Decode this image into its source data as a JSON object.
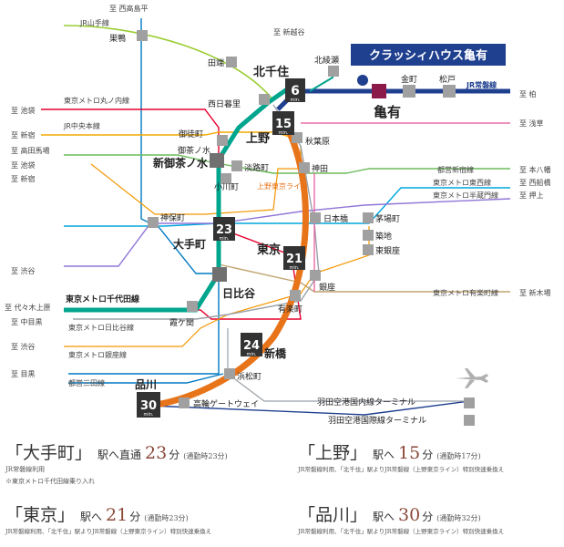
{
  "property": {
    "name": "クラッシィハウス亀有"
  },
  "colors": {
    "joban": "#1f3f8f",
    "ueno_tokyo": "#e8741a",
    "yamanote": "#9acd32",
    "chiyoda": "#00a58e",
    "marunouchi": "#e6002d",
    "hibiya": "#9aa1a8",
    "chuo": "#f4a900",
    "hanzomon": "#8f76d6",
    "ginza": "#f39700",
    "tozai": "#00a7db",
    "yurakucho": "#c1a470",
    "mita": "#0079c2",
    "shinjuku": "#6cbb5a",
    "asakusa": "#e85298",
    "sobu": "#ffd400"
  },
  "stations": {
    "kameari": "亀有",
    "kanamachi": "金町",
    "matsudo": "松戸",
    "kitasenju": "北千住",
    "kitaayase": "北綾瀬",
    "nishinippori": "西日暮里",
    "tabata": "田端",
    "sugamo": "巣鴨",
    "ueno": "上野",
    "okachimachi": "御徒町",
    "akihabara": "秋葉原",
    "kanda": "神田",
    "shinochanomizu": "新御茶ノ水",
    "ochanomizu": "御茶ノ水",
    "awajicho": "淡路町",
    "ogawamachi": "小川町",
    "jimbocho": "神保町",
    "otemachi": "大手町",
    "nihombashi": "日本橋",
    "kayabacho": "茅場町",
    "tsukiji": "築地",
    "higashiginza": "東銀座",
    "tokyo": "東京",
    "hibiya": "日比谷",
    "kasumigaseki": "霞ケ関",
    "ginza": "銀座",
    "yurakucho": "有楽町",
    "shimbashi": "新橋",
    "hamamatsucho": "浜松町",
    "shinagawa": "品川",
    "takanawagateway": "高輪ゲートウェイ",
    "haneda_dom": "羽田空港国内線ターミナル",
    "haneda_intl": "羽田空港国際線ターミナル"
  },
  "times": {
    "kitasenju": {
      "num": "6",
      "unit": "min."
    },
    "ueno": {
      "num": "15",
      "unit": "min."
    },
    "otemachi": {
      "num": "23",
      "unit": "min."
    },
    "tokyo": {
      "num": "21",
      "unit": "min."
    },
    "shimbashi": {
      "num": "24",
      "unit": "min."
    },
    "shinagawa": {
      "num": "30",
      "unit": "min."
    }
  },
  "lines": {
    "yamanote": "JR山手線",
    "marunouchi": "東京メトロ丸ノ内線",
    "chuo": "JR中央本線",
    "joban": "JR常磐線",
    "ueno_tokyo": "上野東京ライン",
    "chiyoda": "東京メトロ千代田線",
    "hibiya": "東京メトロ日比谷線",
    "ginza": "東京メトロ銀座線",
    "mita": "都営三田線",
    "shinjuku": "都営新宿線",
    "tozai": "東京メトロ東西線",
    "hanzomon": "東京メトロ半蔵門線",
    "yurakucho": "東京メトロ有楽町線"
  },
  "destinations": {
    "nishitakashimadaira": "至 西高島平",
    "shinkoshigaya": "至 新越谷",
    "kashiwa": "至 柏",
    "asakusa": "至 浅草",
    "motoyawata": "至 本八幡",
    "nishifunabashi": "至 西船橋",
    "oshiage": "至 押上",
    "shinkiba": "至 新木場",
    "ikebukuro1": "至 池袋",
    "shinjuku1": "至 新宿",
    "takadanobaba": "至 高田馬場",
    "ikebukuro2": "至 池袋",
    "shinjuku2": "至 新宿",
    "shibuya1": "至 渋谷",
    "yoyogiuehara": "至 代々木上原",
    "nakameguro": "至 中目黒",
    "shibuya2": "至 渋谷",
    "meguro": "至 目黒"
  },
  "footer": {
    "otemachi": {
      "station": "「大手町」",
      "to": "駅へ直通",
      "minutes": "23",
      "unit": "分",
      "commute": "(通勤時23分)",
      "note1": "JR常磐線利用",
      "note2": "※東京メトロ千代田線乗り入れ"
    },
    "ueno": {
      "station": "「上野」",
      "to": "駅へ",
      "minutes": "15",
      "unit": "分",
      "commute": "(通勤時17分)",
      "note1": "JR常磐線利用、「北千住」駅よりJR常磐線（上野東京ライン）特別快速乗換え"
    },
    "tokyo": {
      "station": "「東京」",
      "to": "駅へ",
      "minutes": "21",
      "unit": "分",
      "commute": "(通勤時23分)",
      "note1": "JR常磐線利用、「北千住」駅よりJR常磐線（上野東京ライン）特別快速乗換え"
    },
    "shinagawa": {
      "station": "「品川」",
      "to": "駅へ",
      "minutes": "30",
      "unit": "分",
      "commute": "(通勤時32分)",
      "note1": "JR常磐線利用、「北千住」駅よりJR常磐線（上野東京ライン）特別快速乗換え"
    }
  }
}
